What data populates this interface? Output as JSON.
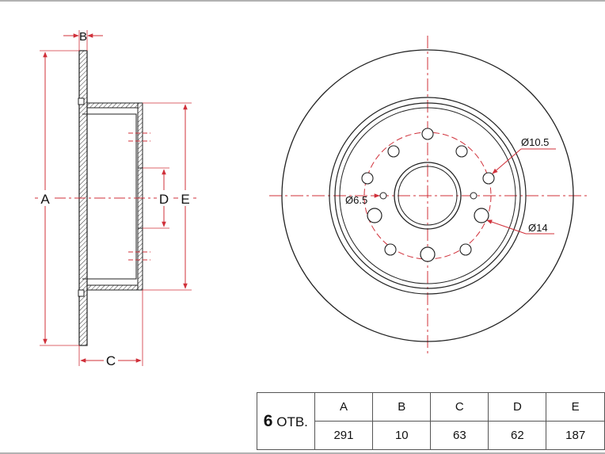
{
  "labels": {
    "A": "A",
    "B": "B",
    "C": "C",
    "D": "D",
    "E": "E",
    "dia_10_5": "Ø10.5",
    "dia_6_5": "Ø6.5",
    "dia_14": "Ø14"
  },
  "spec_table": {
    "holes_count": "6",
    "holes_unit": "ОТВ.",
    "headers": [
      "A",
      "B",
      "C",
      "D",
      "E"
    ],
    "values": [
      "291",
      "10",
      "63",
      "62",
      "187"
    ]
  },
  "colors": {
    "line": "#222222",
    "dimension": "#d0303a",
    "hatch": "#333333"
  }
}
